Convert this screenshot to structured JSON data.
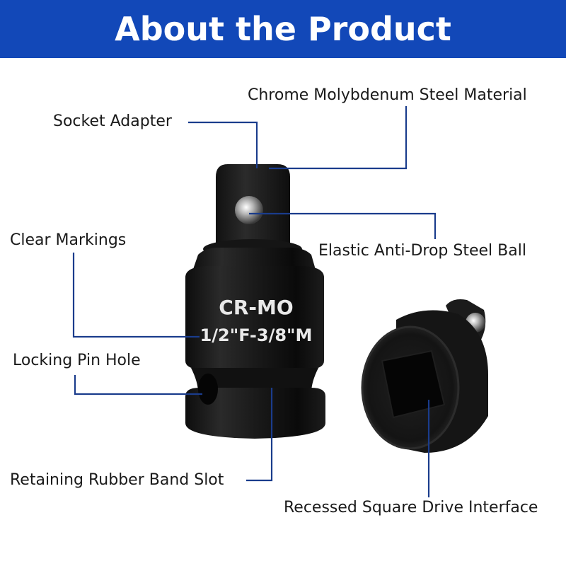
{
  "banner": {
    "title": "About the Product",
    "color": "#1248b8"
  },
  "product": {
    "marking_line1": "CR-MO",
    "marking_line2": "1/2\"F-3/8\"M"
  },
  "callouts": {
    "chrome_steel": "Chrome Molybdenum Steel Material",
    "socket_adapter": "Socket Adapter",
    "clear_markings": "Clear Markings",
    "steel_ball": "Elastic Anti-Drop Steel Ball",
    "locking_pin": "Locking Pin Hole",
    "rubber_slot": "Retaining Rubber Band Slot",
    "square_drive": "Recessed Square Drive Interface",
    "line_color": "#1a3c8c"
  }
}
